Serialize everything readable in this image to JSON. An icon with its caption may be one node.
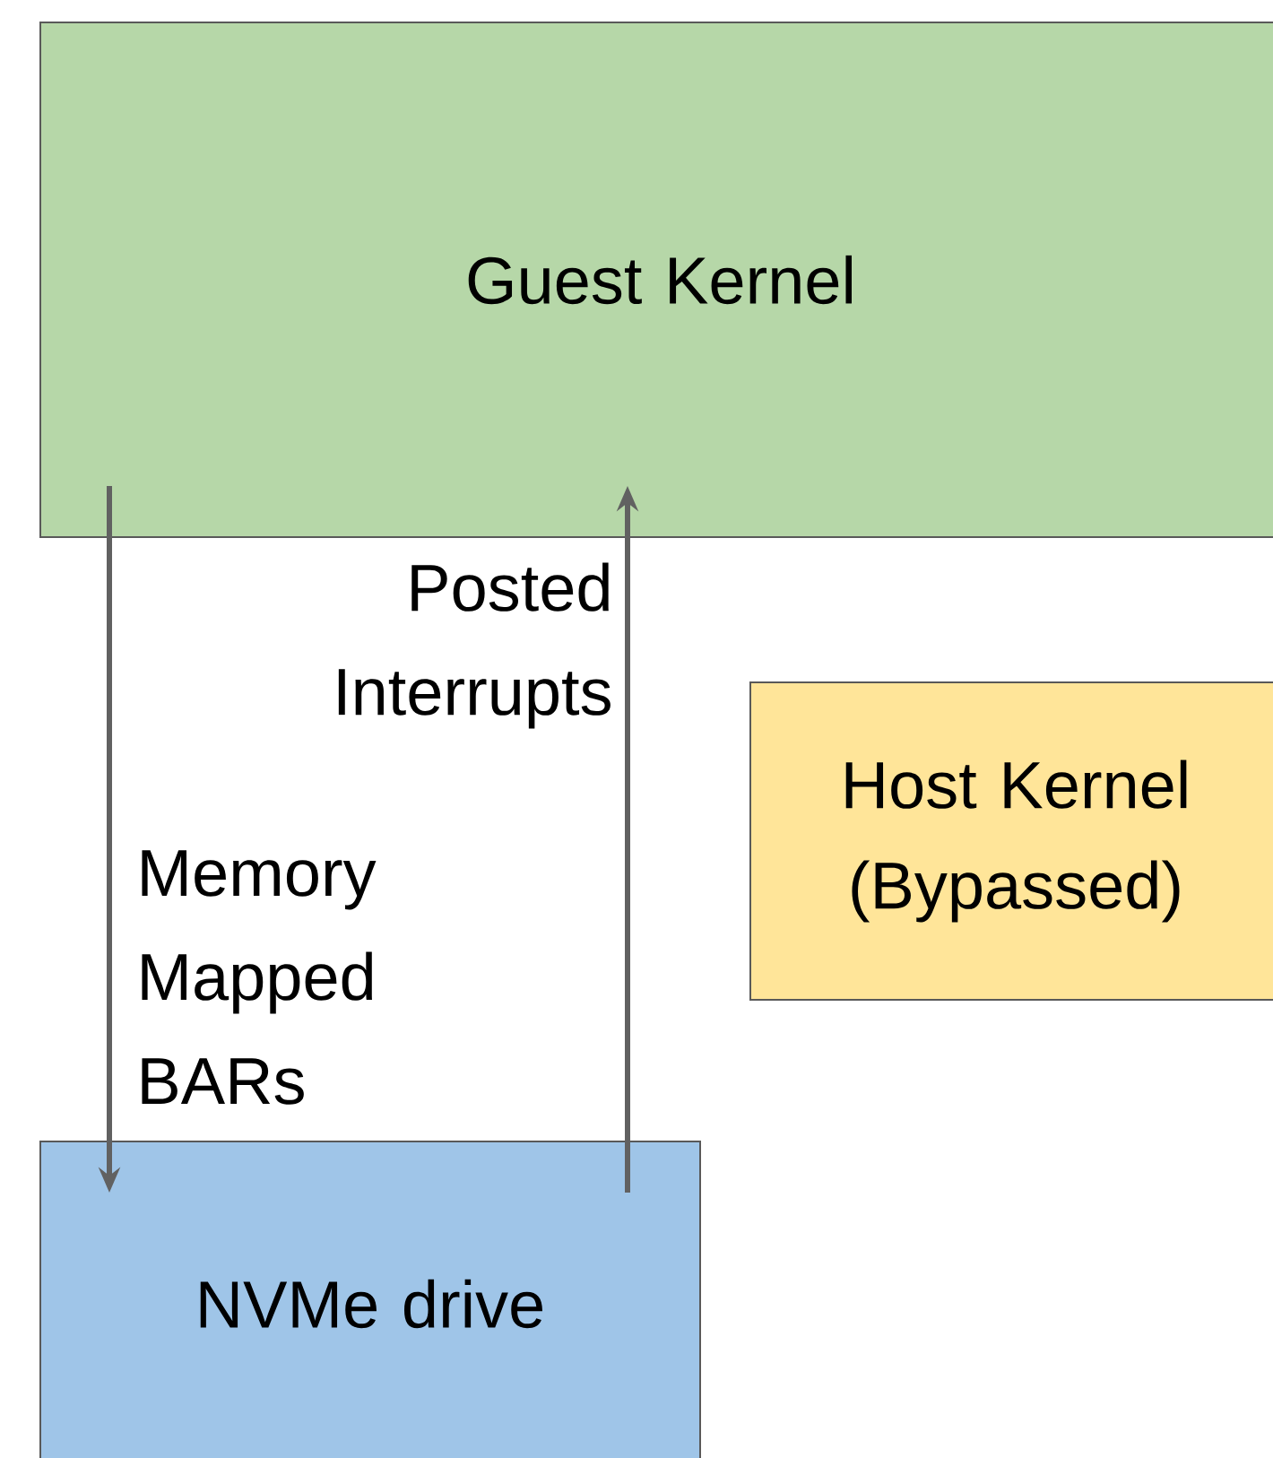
{
  "diagram": {
    "nodes": [
      {
        "text": [
          "Guest Kernel"
        ]
      },
      {
        "text": [
          "Host Kernel (Bypassed)"
        ]
      },
      {
        "text": [
          "NVMe drive"
        ]
      }
    ],
    "edges": [
      {
        "from": 0,
        "to": 2,
        "arrow": "to",
        "label": "Memory Mapped BARs"
      },
      {
        "from": 2,
        "to": 0,
        "arrow": "to",
        "label": "Posted Interrupts"
      }
    ]
  }
}
